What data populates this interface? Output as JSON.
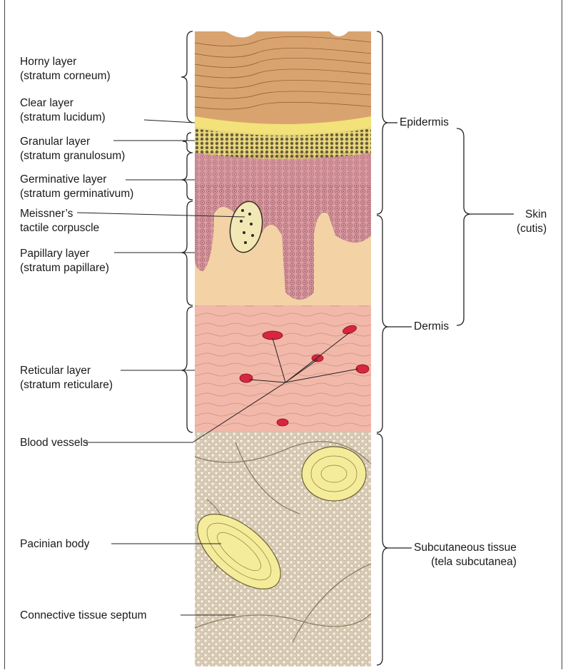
{
  "labels": {
    "horny": [
      "Horny layer",
      "(stratum corneum)"
    ],
    "clear": [
      "Clear layer",
      "(stratum lucidum)"
    ],
    "granular": [
      "Granular layer",
      "(stratum granulosum)"
    ],
    "germinative": [
      "Germinative layer",
      "(stratum germinativum)"
    ],
    "meissner": [
      "Meissner’s",
      "tactile corpuscle"
    ],
    "papillary": [
      "Papillary layer",
      "(stratum papillare)"
    ],
    "reticular": [
      "Reticular layer",
      "(stratum reticulare)"
    ],
    "blood": "Blood vessels",
    "pacinian": "Pacinian body",
    "septum": "Connective tissue septum",
    "epidermis": "Epidermis",
    "skin": [
      "Skin",
      "(cutis)"
    ],
    "dermis": "Dermis",
    "subcutaneous": [
      "Subcutaneous tissue",
      "(tela subcutanea)"
    ]
  },
  "colors": {
    "horny": "#d9a36f",
    "granular_yellow": "#f3e27a",
    "germinative": "#d99aa0",
    "papillary": "#f3d3a6",
    "reticular": "#f2b8aa",
    "vessel": "#d8263f",
    "subcutaneous": "#d9cbb4",
    "pacinian": "#f4ec9a"
  }
}
